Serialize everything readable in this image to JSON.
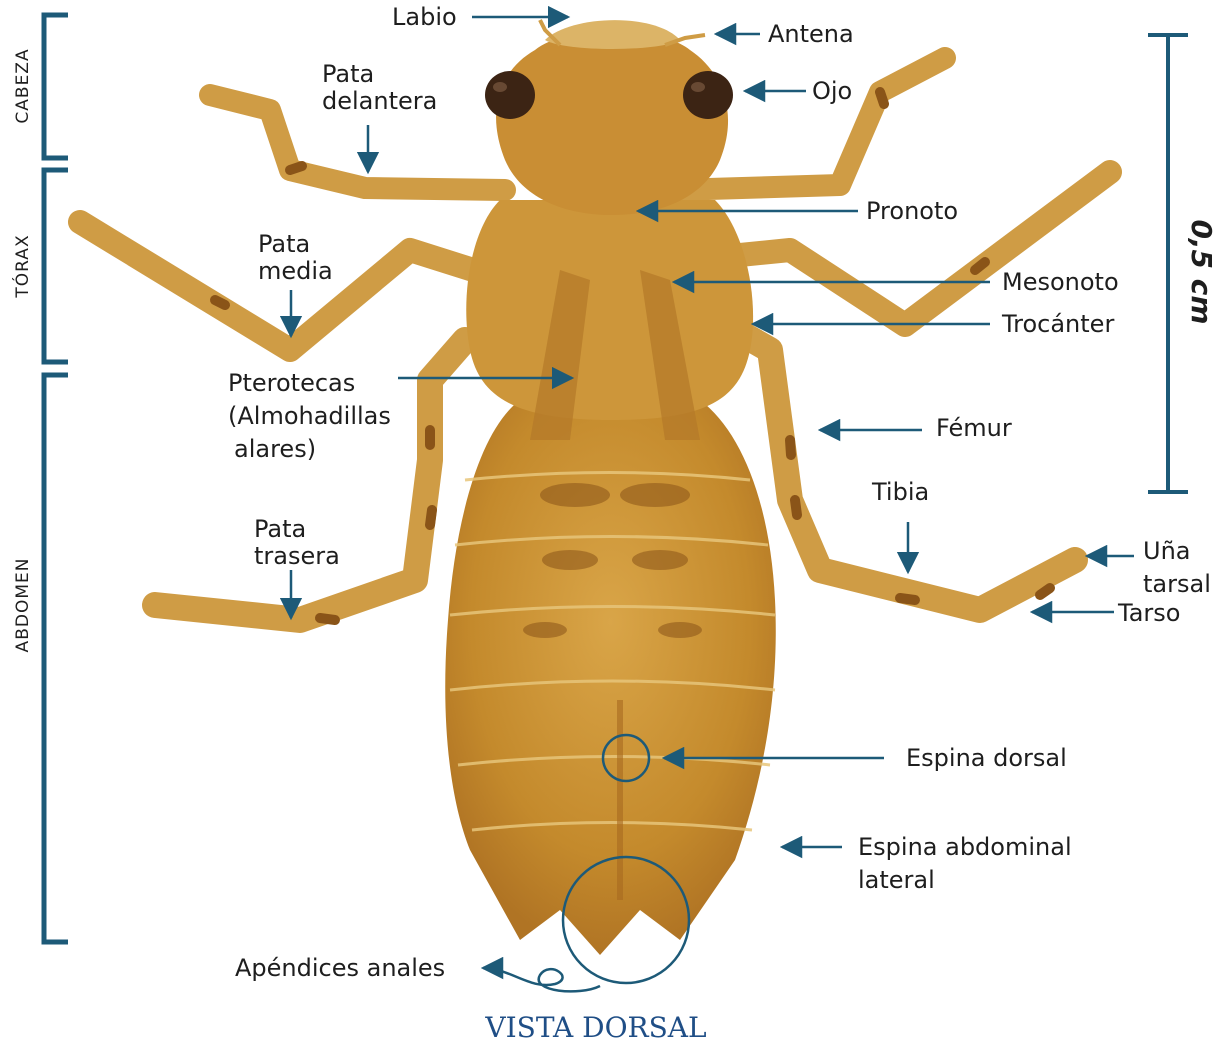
{
  "title": "VISTA DORSAL",
  "scale": {
    "label": "0,5 cm"
  },
  "sections": {
    "head": "CABEZA",
    "thorax": "TÓRAX",
    "abdomen": "ABDOMEN"
  },
  "labels": {
    "labio": "Labio",
    "antena": "Antena",
    "ojo": "Ojo",
    "pata_delantera": [
      "Pata",
      "delantera"
    ],
    "pronoto": "Pronoto",
    "pata_media": [
      "Pata",
      "media"
    ],
    "mesonoto": "Mesonoto",
    "trocanter": "Trocánter",
    "pterotecas": [
      "Pterotecas",
      "(Almohadillas",
      "alares)"
    ],
    "femur": "Fémur",
    "tibia": "Tibia",
    "una_tarsal": [
      "Uña",
      "tarsal"
    ],
    "tarso": "Tarso",
    "pata_trasera": [
      "Pata",
      "trasera"
    ],
    "espina_dorsal": "Espina dorsal",
    "espina_abdominal": [
      "Espina abdominal",
      "lateral"
    ],
    "apendices_anales": "Apéndices anales"
  },
  "colors": {
    "annotation": "#1d5a78",
    "title": "#1f4e86",
    "body": "#c8902e",
    "body_light": "#dcae5a",
    "body_dark": "#8a5418",
    "eye": "#3c2414"
  }
}
